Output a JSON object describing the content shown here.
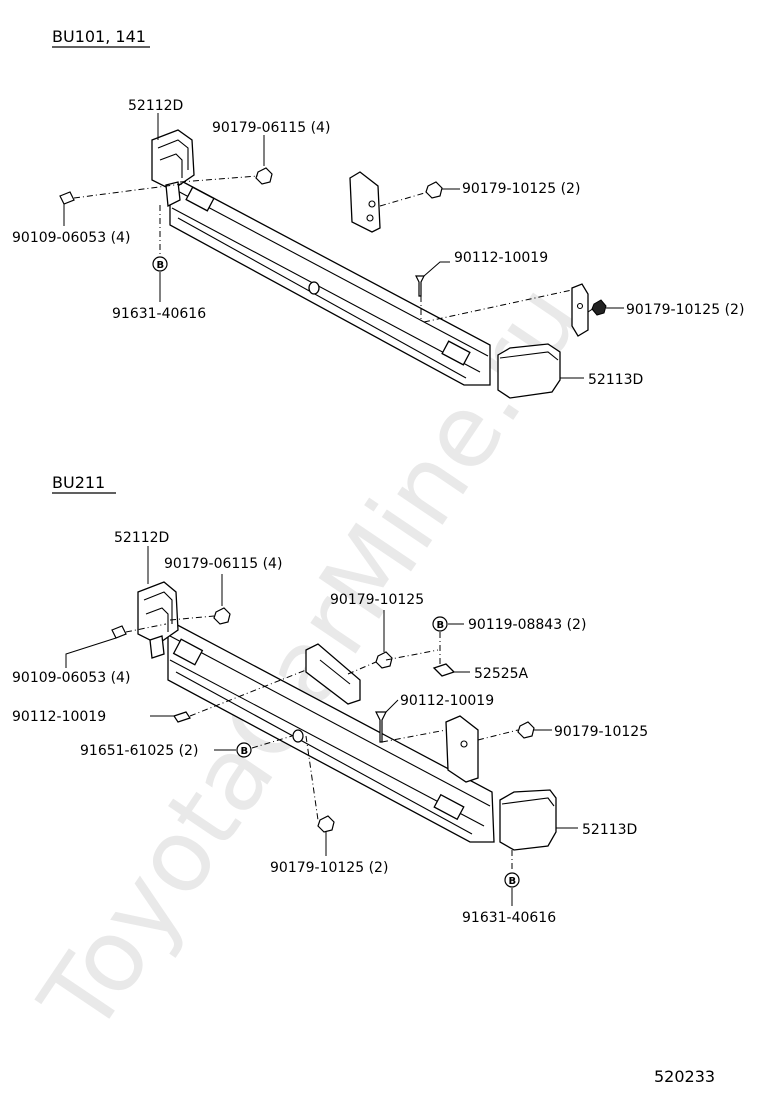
{
  "watermark": "ToyotaCarMine.ru",
  "diagram_code": "520233",
  "section_a": {
    "title": "BU101, 141",
    "labels": {
      "bracket_left": "52112D",
      "nut_top": "90179-06115 (4)",
      "bolt_left": "90109-06053 (4)",
      "clip_b": "91631-40616",
      "nut_mid": "90179-10125 (2)",
      "screw": "90112-10019",
      "nut_right": "90179-10125 (2)",
      "bracket_right": "52113D"
    },
    "b_mark": "B"
  },
  "section_b": {
    "title": "BU211",
    "labels": {
      "bracket_left": "52112D",
      "nut_top": "90179-06115 (4)",
      "nut_center": "90179-10125",
      "bolt_b": "90119-08843 (2)",
      "plate": "52525A",
      "bolt_left": "90109-06053 (4)",
      "screw_left": "90112-10019",
      "screw_mid": "90112-10019",
      "nut_right": "90179-10125",
      "clip_left": "91651-61025 (2)",
      "bracket_right": "52113D",
      "nut_bottom": "90179-10125 (2)",
      "clip_bottom": "91631-40616"
    },
    "b_mark": "B"
  }
}
